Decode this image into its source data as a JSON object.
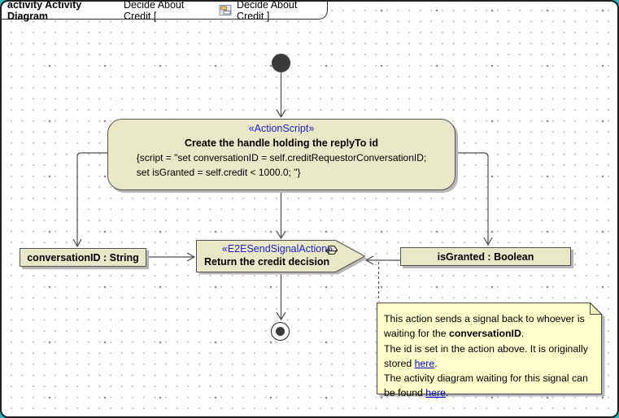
{
  "tab": {
    "kind_bold": "activity Activity Diagram",
    "name_part": "Decide About Credit [",
    "ref_part": "Decide About Credit ]",
    "icon": "activity-diagram-icon"
  },
  "action_node": {
    "stereotype": "«ActionScript»",
    "title": "Create the handle holding the replyTo id",
    "script_line1": "{script = \"set conversationID = self.creditRequestorConversationID;",
    "script_line2": "set isGranted = self.credit < 1000.0; \"}"
  },
  "object_nodes": {
    "left_label": "conversationID : String",
    "right_label": "isGranted : Boolean"
  },
  "send_signal": {
    "stereotype": "«E2ESendSignalAction»",
    "title": "Return the credit decision",
    "icon": "send-signal-icon"
  },
  "note": {
    "p1_text": "This action sends a signal back to whoever is waiting for the ",
    "p1_bold": "conversationID",
    "p1_period": ".",
    "p2_text": "The id is set in the action above. It is originally stored ",
    "p2_link": "here",
    "p2_period": ".",
    "p3_text": "The activity diagram waiting for this signal can be found ",
    "p3_link": "here",
    "p3_period": "."
  },
  "colors": {
    "node_fill": "#e8e8c8",
    "note_fill": "#ffffcc",
    "stereotype_blue": "#2222cc",
    "link_blue": "#0000cc",
    "edge_gray": "#4d4d4d",
    "shadow_gray": "#b6b6b6",
    "frame_teal": "#31b2b2"
  }
}
